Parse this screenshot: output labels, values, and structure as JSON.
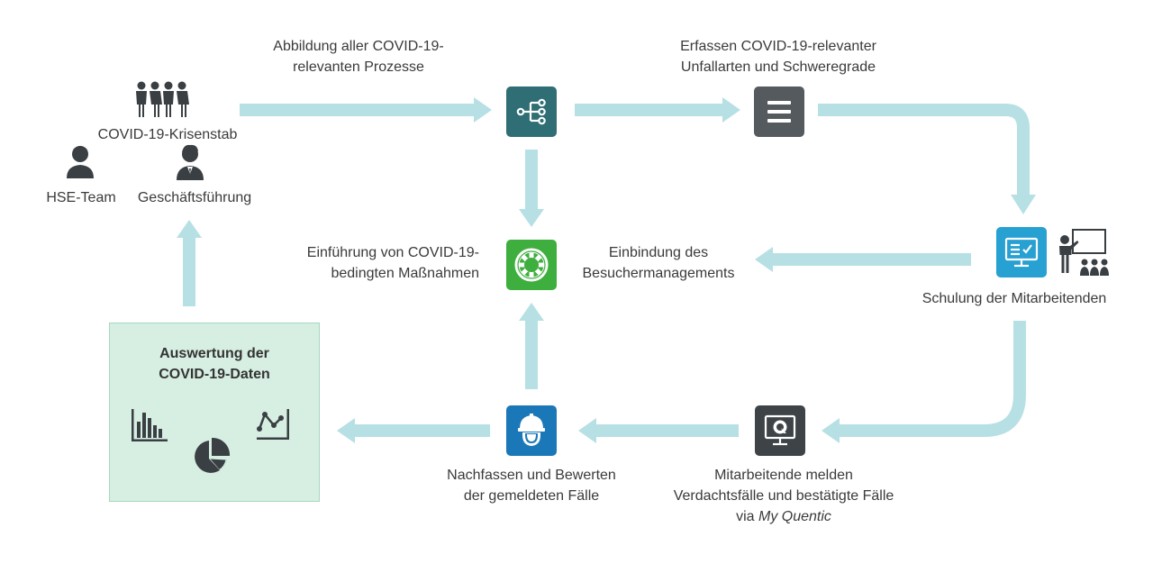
{
  "diagram": {
    "colors": {
      "arrow": "#b7e0e4",
      "process_node": "#2f6e74",
      "list_node": "#555a5e",
      "measures_node": "#3eae3e",
      "training_node": "#27a0d2",
      "safety_node": "#1b78b8",
      "report_node": "#3d4347",
      "panel_fill": "#d7efe3",
      "icon_dark": "#3a3f43"
    },
    "roles": {
      "crisis_team": "COVID-19-Krisenstab",
      "hse_team": "HSE-Team",
      "management": "Geschäftsführung"
    },
    "steps": {
      "mapping": [
        "Abbildung aller COVID-19-",
        "relevanten Prozesse"
      ],
      "capture": [
        "Erfassen COVID-19-relevanter",
        "Unfallarten und Schweregrade"
      ],
      "measures": [
        "Einführung von COVID-19-",
        "bedingten Maßnahmen"
      ],
      "visitors": [
        "Einbindung des",
        "Besuchermanagements"
      ],
      "training": "Schulung der Mitarbeitenden",
      "followup": [
        "Nachfassen und Bewerten",
        "der gemeldeten Fälle"
      ],
      "report": {
        "line1": "Mitarbeitende melden",
        "line2": "Verdachtsfälle und bestätigte Fälle",
        "line3_prefix": "via ",
        "line3_product": "My Quentic"
      }
    },
    "evaluation": {
      "title": [
        "Auswertung der",
        "COVID-19-Daten"
      ]
    },
    "icons": {
      "crisis_team": "group-of-people-icon",
      "hse_team": "person-icon",
      "management": "manager-icon",
      "mapping": "process-tree-icon",
      "capture": "list-icon",
      "measures": "lifebuoy-icon",
      "training": "monitor-checklist-icon",
      "trainer": "presenter-icon",
      "report": "monitor-q-icon",
      "followup": "hard-hat-worker-icon",
      "bar_chart": "bar-chart-icon",
      "pie_chart": "pie-chart-icon",
      "line_chart": "line-chart-icon"
    }
  }
}
